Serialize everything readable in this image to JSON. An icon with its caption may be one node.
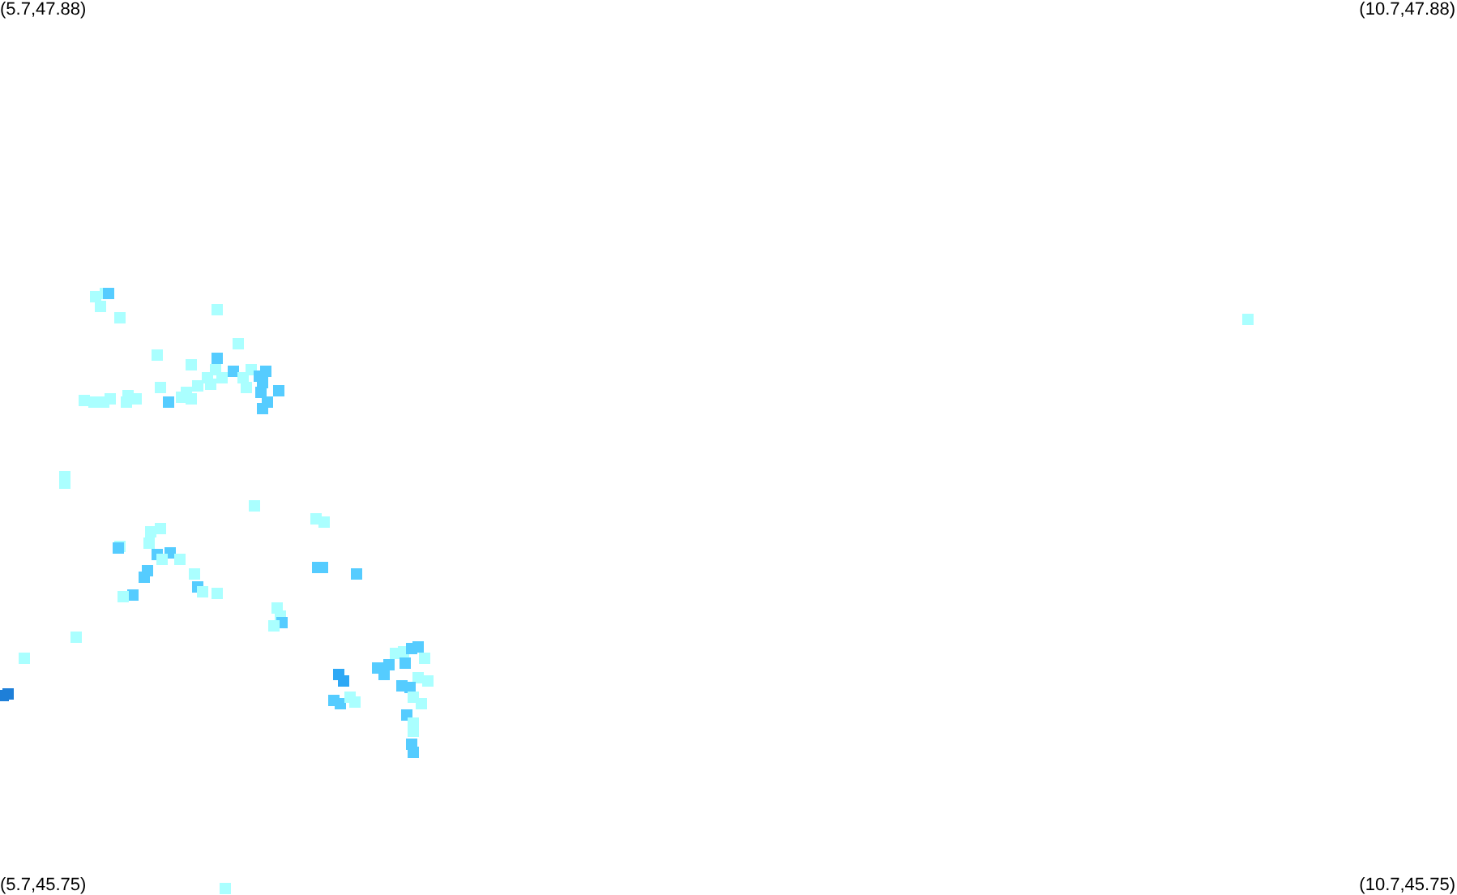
{
  "diagram": {
    "labels": [
      "(5.7,47.88)",
      "(10.7,47.88)",
      "(5.7,45.75)",
      "(10.7,45.75)"
    ]
  }
}
